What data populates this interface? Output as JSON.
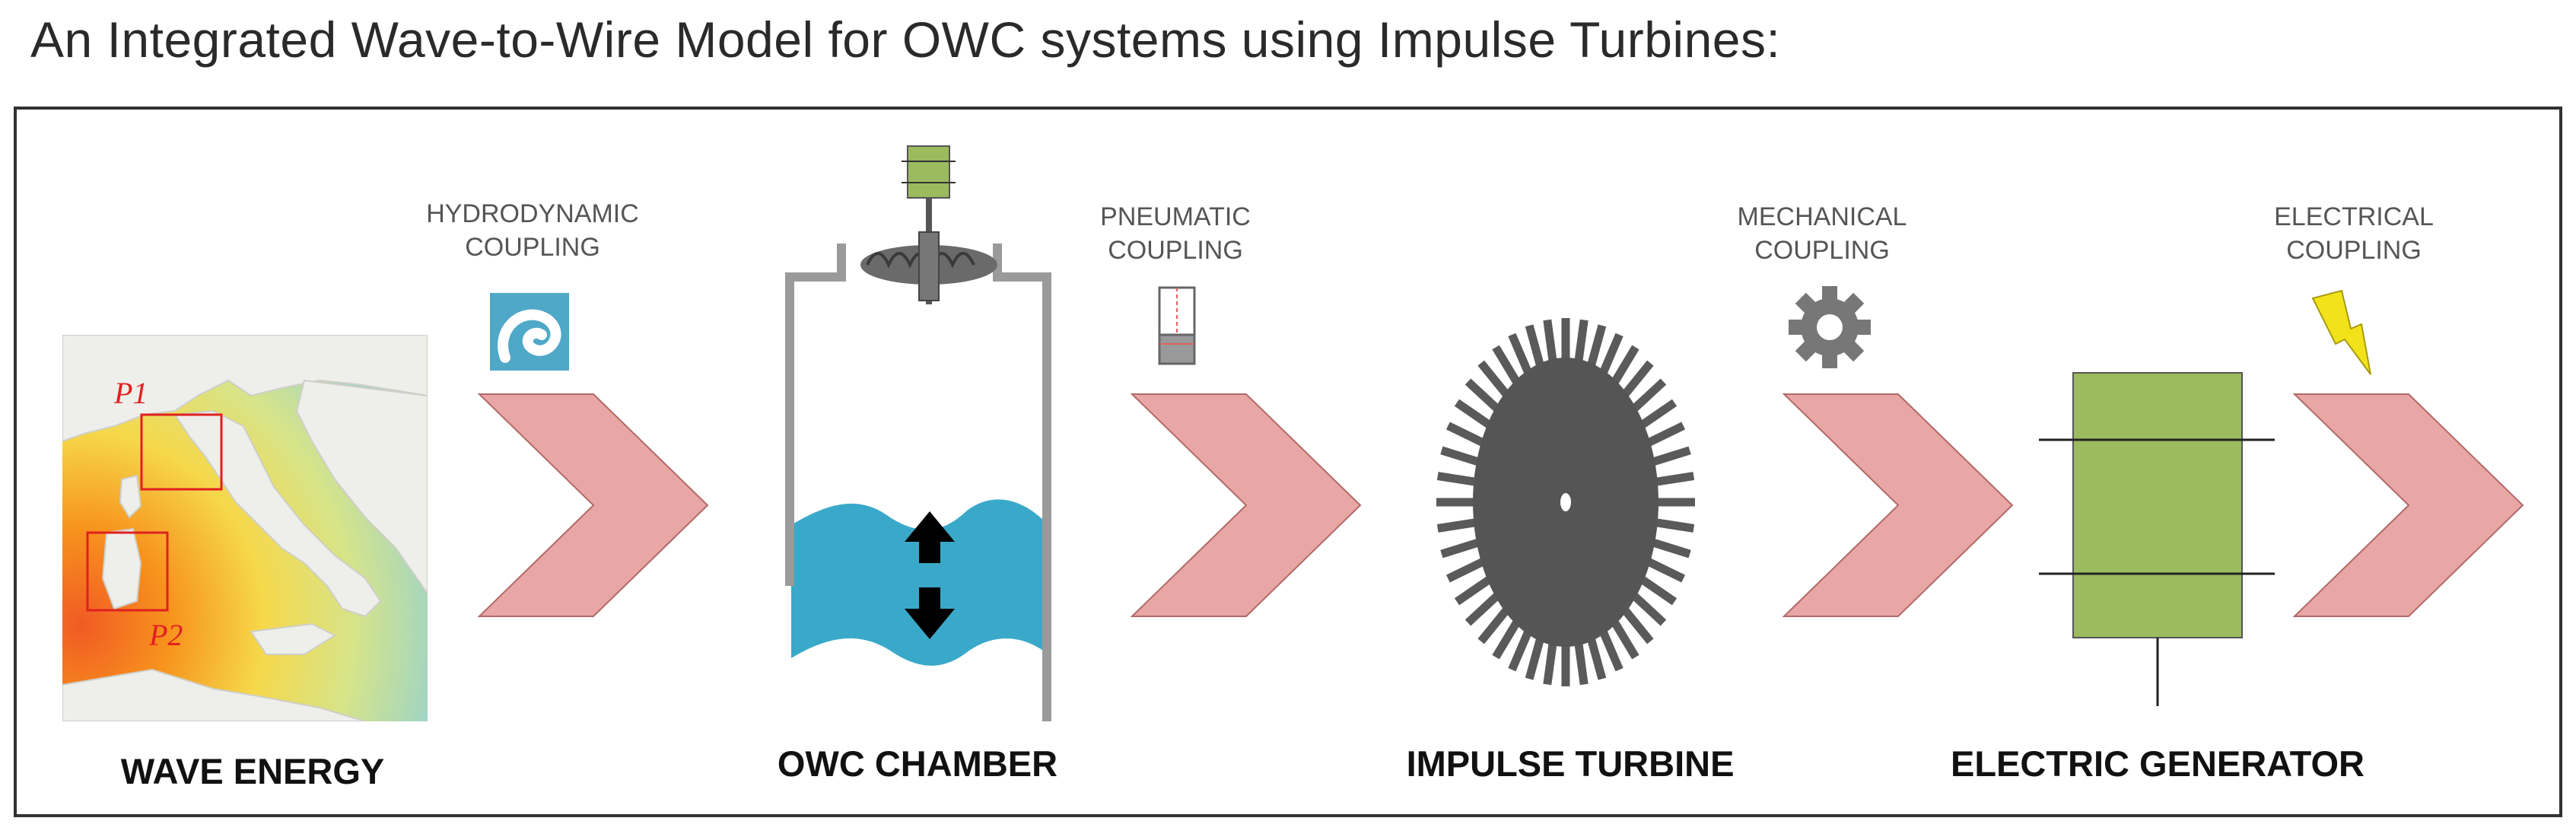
{
  "title": "An Integrated Wave-to-Wire Model for OWC systems using Impulse Turbines:",
  "stages": [
    {
      "label": "WAVE ENERGY"
    },
    {
      "label": "OWC CHAMBER"
    },
    {
      "label": "IMPULSE TURBINE"
    },
    {
      "label": "ELECTRIC GENERATOR"
    }
  ],
  "couplings": [
    {
      "line1": "HYDRODYNAMIC",
      "line2": "COUPLING",
      "icon": "wave-swirl-icon"
    },
    {
      "line1": "PNEUMATIC",
      "line2": "COUPLING",
      "icon": "piston-icon"
    },
    {
      "line1": "MECHANICAL",
      "line2": "COUPLING",
      "icon": "gear-icon"
    },
    {
      "line1": "ELECTRICAL",
      "line2": "COUPLING",
      "icon": "lightning-icon"
    }
  ],
  "map": {
    "markers": [
      "P1",
      "P2"
    ]
  },
  "colors": {
    "arrow": "#e8a7a4",
    "arrow_stroke": "#b06a68",
    "water": "#3aa9c9",
    "generator": "#9cbb5e",
    "turbine": "#555555",
    "wave_icon_bg": "#4fa8c8",
    "lightning": "#f2e21a",
    "marker": "#e02020"
  }
}
